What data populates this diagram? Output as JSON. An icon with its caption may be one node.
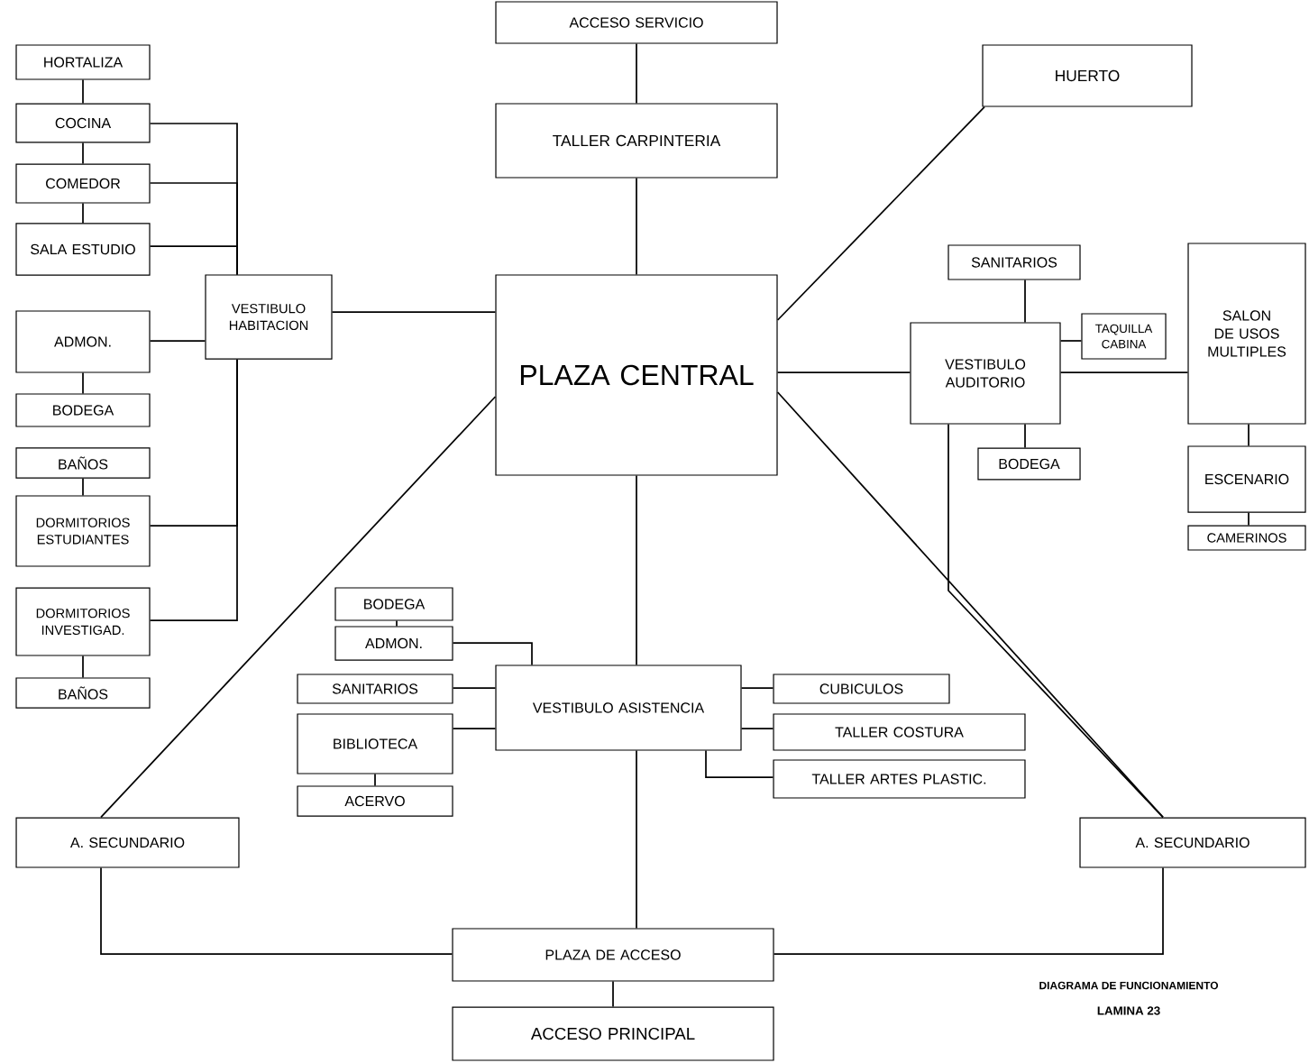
{
  "diagram": {
    "nodes": [
      {
        "text": [
          "ACCESO SERVICIO"
        ]
      },
      {
        "text": [
          "HUERTO"
        ]
      },
      {
        "text": [
          "HORTALIZA"
        ]
      },
      {
        "text": [
          "TALLER CARPINTERIA"
        ]
      },
      {
        "text": [
          "COCINA"
        ]
      },
      {
        "text": [
          "COMEDOR"
        ]
      },
      {
        "text": [
          "SALA ESTUDIO"
        ]
      },
      {
        "text": [
          "SANITARIOS"
        ]
      },
      {
        "text": [
          "SALON DE USOS MULTIPLES"
        ]
      },
      {
        "text": [
          "VESTIBULO HABITACION"
        ]
      },
      {
        "text": [
          "PLAZA CENTRAL"
        ]
      },
      {
        "text": [
          "ADMON."
        ]
      },
      {
        "text": [
          "TAQUILLA CABINA"
        ]
      },
      {
        "text": [
          "VESTIBULO AUDITORIO"
        ]
      },
      {
        "text": [
          "BODEGA"
        ]
      },
      {
        "text": [
          "BAÑOS"
        ]
      },
      {
        "text": [
          "BODEGA"
        ]
      },
      {
        "text": [
          "ESCENARIO"
        ]
      },
      {
        "text": [
          "DORMITORIOS ESTUDIANTES"
        ]
      },
      {
        "text": [
          "CAMERINOS"
        ]
      },
      {
        "text": [
          "DORMITORIOS INVESTIGAD."
        ]
      },
      {
        "text": [
          "BODEGA"
        ]
      },
      {
        "text": [
          "ADMON."
        ]
      },
      {
        "text": [
          "SANITARIOS"
        ]
      },
      {
        "text": [
          "VESTIBULO ASISTENCIA"
        ]
      },
      {
        "text": [
          "CUBICULOS"
        ]
      },
      {
        "text": [
          "BAÑOS"
        ]
      },
      {
        "text": [
          "BIBLIOTECA"
        ]
      },
      {
        "text": [
          "TALLER COSTURA"
        ]
      },
      {
        "text": [
          "TALLER ARTES PLASTIC."
        ]
      },
      {
        "text": [
          "ACERVO"
        ]
      },
      {
        "text": [
          "A. SECUNDARIO"
        ]
      },
      {
        "text": [
          "A. SECUNDARIO"
        ]
      },
      {
        "text": [
          "PLAZA DE ACCESO"
        ]
      },
      {
        "text": [
          "ACCESO PRINCIPAL"
        ]
      }
    ],
    "edges": [
      {
        "from": 0,
        "to": 3,
        "arrow": "none"
      },
      {
        "from": 3,
        "to": 10,
        "arrow": "none"
      },
      {
        "from": 2,
        "to": 4,
        "arrow": "none"
      },
      {
        "from": 4,
        "to": 5,
        "arrow": "none"
      },
      {
        "from": 5,
        "to": 6,
        "arrow": "none"
      },
      {
        "from": 4,
        "to": 9,
        "arrow": "none"
      },
      {
        "from": 5,
        "to": 9,
        "arrow": "none"
      },
      {
        "from": 6,
        "to": 9,
        "arrow": "none"
      },
      {
        "from": 11,
        "to": 9,
        "arrow": "none"
      },
      {
        "from": 11,
        "to": 14,
        "arrow": "none"
      },
      {
        "from": 15,
        "to": 18,
        "arrow": "none"
      },
      {
        "from": 18,
        "to": 9,
        "arrow": "none"
      },
      {
        "from": 20,
        "to": 9,
        "arrow": "none"
      },
      {
        "from": 20,
        "to": 26,
        "arrow": "none"
      },
      {
        "from": 9,
        "to": 10,
        "arrow": "none"
      },
      {
        "from": 10,
        "to": 1,
        "arrow": "none"
      },
      {
        "from": 10,
        "to": 13,
        "arrow": "none"
      },
      {
        "from": 7,
        "to": 13,
        "arrow": "none"
      },
      {
        "from": 13,
        "to": 12,
        "arrow": "none"
      },
      {
        "from": 13,
        "to": 8,
        "arrow": "none"
      },
      {
        "from": 13,
        "to": 16,
        "arrow": "none"
      },
      {
        "from": 8,
        "to": 17,
        "arrow": "none"
      },
      {
        "from": 17,
        "to": 19,
        "arrow": "none"
      },
      {
        "from": 10,
        "to": 31,
        "arrow": "none"
      },
      {
        "from": 10,
        "to": 32,
        "arrow": "none"
      },
      {
        "from": 13,
        "to": 32,
        "arrow": "none"
      },
      {
        "from": 10,
        "to": 24,
        "arrow": "none"
      },
      {
        "from": 24,
        "to": 33,
        "arrow": "none"
      },
      {
        "from": 33,
        "to": 34,
        "arrow": "none"
      },
      {
        "from": 31,
        "to": 33,
        "arrow": "none"
      },
      {
        "from": 32,
        "to": 33,
        "arrow": "none"
      },
      {
        "from": 21,
        "to": 22,
        "arrow": "none"
      },
      {
        "from": 22,
        "to": 24,
        "arrow": "none"
      },
      {
        "from": 23,
        "to": 24,
        "arrow": "none"
      },
      {
        "from": 27,
        "to": 24,
        "arrow": "none"
      },
      {
        "from": 27,
        "to": 30,
        "arrow": "none"
      },
      {
        "from": 24,
        "to": 25,
        "arrow": "none"
      },
      {
        "from": 24,
        "to": 28,
        "arrow": "none"
      },
      {
        "from": 24,
        "to": 29,
        "arrow": "none"
      }
    ],
    "labels": [
      "DIAGRAMA DE FUNCIONAMIENTO",
      "LAMINA 23"
    ]
  }
}
